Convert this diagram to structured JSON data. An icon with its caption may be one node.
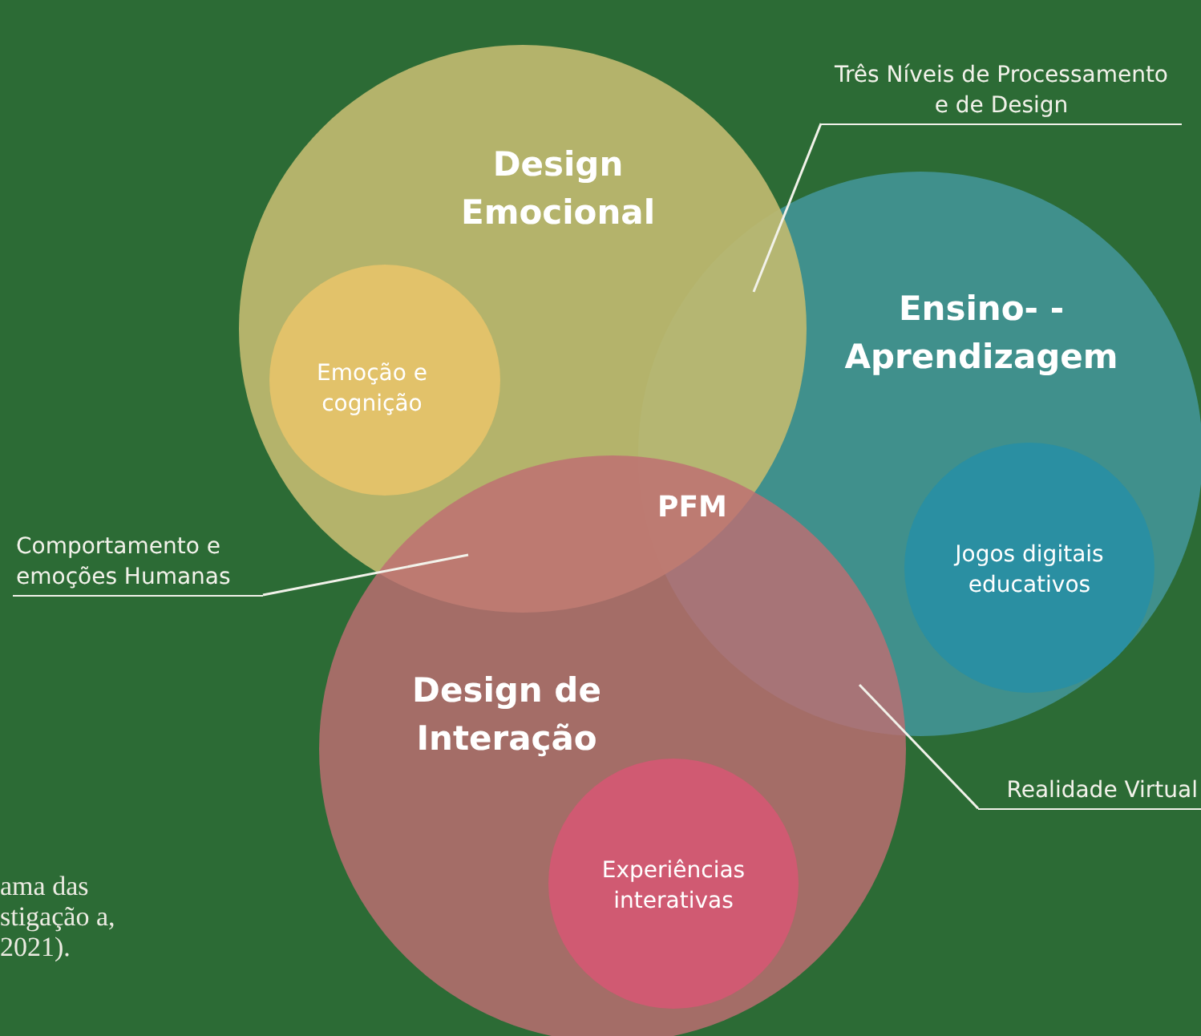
{
  "diagram": {
    "nodes": [
      {
        "text": [
          "Design Emocional"
        ]
      },
      {
        "text": [
          "Emoção e cognição"
        ],
        "in": 0
      },
      {
        "text": [
          "Ensino- -Aprendizagem"
        ]
      },
      {
        "text": [
          "Jogos digitais educativos"
        ],
        "in": 2
      },
      {
        "text": [
          "Design de Interação"
        ]
      },
      {
        "text": [
          "Experiências interativas"
        ],
        "in": 4
      },
      {
        "text": [
          "Três Níveis de Processamento e de Design"
        ]
      },
      {
        "text": [
          "Comportamento e emoções Humanas"
        ]
      },
      {
        "text": [
          "Realidade Virtual"
        ]
      }
    ],
    "edges": [
      {
        "from": 6,
        "to": null,
        "arrow": "none"
      },
      {
        "from": 7,
        "to": null,
        "arrow": "none"
      },
      {
        "from": 8,
        "to": null,
        "arrow": "none"
      }
    ],
    "labels": [
      "PFM",
      "ama das stigação a, 2021)."
    ]
  }
}
